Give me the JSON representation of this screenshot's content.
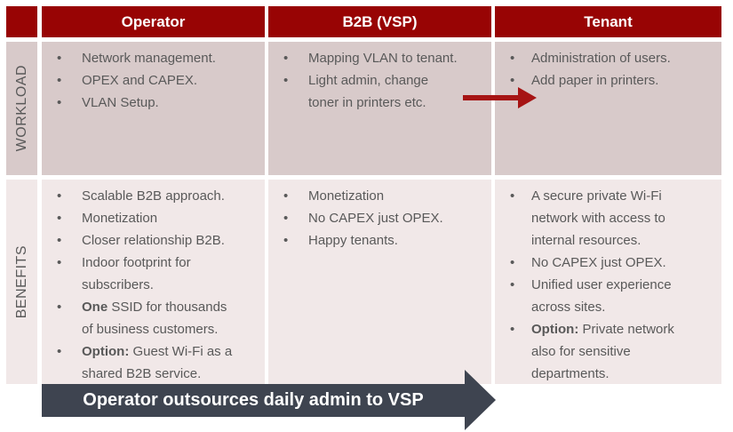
{
  "colors": {
    "header_bg": "#980404",
    "header_text": "#ffffff",
    "workload_bg": "#D8CACA",
    "benefits_bg": "#F1E8E8",
    "body_text": "#595959",
    "label_text": "#595959",
    "banner_bg": "#3E4450",
    "banner_text": "#ffffff",
    "red_arrow": "#A61414",
    "page_bg": "#ffffff"
  },
  "columns": [
    {
      "label": "Operator"
    },
    {
      "label": "B2B (VSP)"
    },
    {
      "label": "Tenant"
    }
  ],
  "rows": [
    {
      "label": "WORKLOAD"
    },
    {
      "label": "BENEFITS"
    }
  ],
  "cells": {
    "workload": {
      "operator": [
        "Network management.",
        "OPEX and CAPEX.",
        "VLAN Setup."
      ],
      "b2b": [
        "Mapping VLAN to tenant.",
        "Light admin, change toner in printers etc."
      ],
      "tenant": [
        "Administration of users.",
        "Add paper in printers."
      ]
    },
    "benefits": {
      "operator": [
        "Scalable B2B approach.",
        "Monetization",
        "Closer relationship B2B.",
        "Indoor footprint for subscribers.",
        {
          "bold": "One",
          "text": " SSID for thousands of business customers."
        },
        {
          "bold": "Option:",
          "text": " Guest Wi-Fi as a shared B2B service."
        }
      ],
      "b2b": [
        "Monetization",
        "No CAPEX just OPEX.",
        "Happy tenants."
      ],
      "tenant": [
        "A secure private Wi-Fi network with access to internal resources.",
        "No CAPEX just OPEX.",
        "Unified user experience across sites.",
        {
          "bold": "Option:",
          "text": " Private network also for sensitive departments."
        }
      ]
    }
  },
  "icons": {
    "workload_arrow": "right-arrow",
    "banner_arrow_head": "right-arrow-head"
  },
  "banner": {
    "label": "Operator outsources daily admin to VSP"
  }
}
